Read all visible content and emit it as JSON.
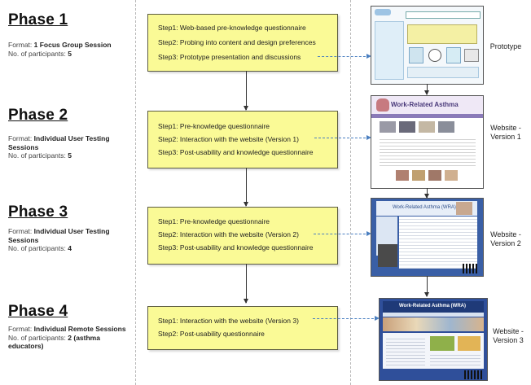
{
  "phases": [
    {
      "title": "Phase 1",
      "format_label": "Format:",
      "format_value": "1 Focus Group Session",
      "participants_label": "No. of participants:",
      "participants_value": "5",
      "participants_note": "",
      "steps": [
        "Step1: Web-based pre-knowledge questionnaire",
        "Step2: Probing into content and design preferences",
        "Step3: Prototype presentation and discussions"
      ],
      "output_label": "Prototype"
    },
    {
      "title": "Phase 2",
      "format_label": "Format:",
      "format_value": "Individual User Testing Sessions",
      "participants_label": "No. of participants:",
      "participants_value": "5",
      "participants_note": "",
      "steps": [
        "Step1: Pre-knowledge questionnaire",
        "Step2: Interaction with the website (Version 1)",
        "Step3: Post-usability and knowledge questionnaire"
      ],
      "output_label": "Website - Version 1"
    },
    {
      "title": "Phase 3",
      "format_label": "Format:",
      "format_value": "Individual User Testing Sessions",
      "participants_label": "No. of participants:",
      "participants_value": "4",
      "participants_note": "",
      "steps": [
        "Step1: Pre-knowledge questionnaire",
        "Step2: Interaction with the website (Version 2)",
        "Step3: Post-usability and knowledge questionnaire"
      ],
      "output_label": "Website - Version 2"
    },
    {
      "title": "Phase 4",
      "format_label": "Format:",
      "format_value": "Individual Remote Sessions",
      "participants_label": "No. of participants:",
      "participants_value": "2",
      "participants_note": "(asthma educators)",
      "steps": [
        "Step1: Interaction with the website (Version 3)",
        "Step2: Post-usability questionnaire"
      ],
      "output_label": "Website - Version 3"
    }
  ],
  "screenshots": {
    "v1_title": "Work-Related Asthma",
    "v2_title": "Work-Related Asthma (WRA)",
    "v3_title": "Work-Related Asthma (WRA)"
  },
  "colors": {
    "step_box_fill": "#fafa96",
    "dashed_arrow": "#4a7fc0",
    "site_v1_header": "#8a7ab8",
    "site_v2_frame": "#3a5fa6",
    "site_v3_frame": "#2f4f9a"
  }
}
